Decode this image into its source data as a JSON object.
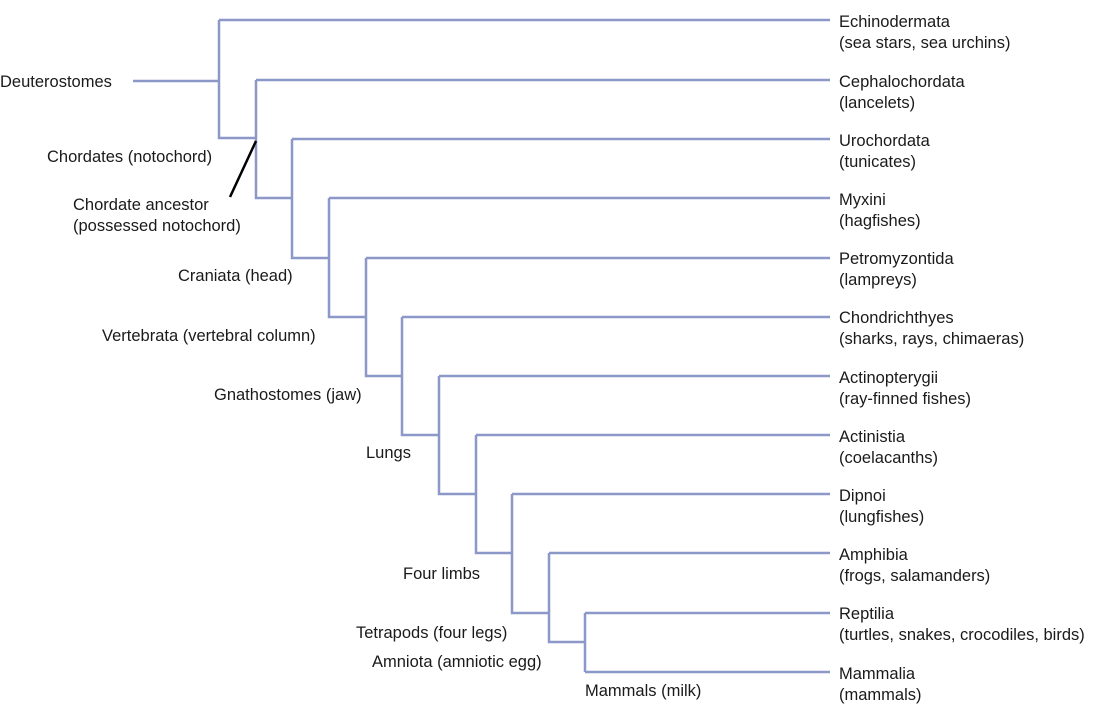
{
  "colors": {
    "branch": "#8b98c8",
    "pointer": "#000000",
    "text": "#1a1a1a"
  },
  "taxa": [
    {
      "name": "Echinodermata",
      "common": "(sea stars, sea urchins)"
    },
    {
      "name": "Cephalochordata",
      "common": "(lancelets)"
    },
    {
      "name": "Urochordata",
      "common": "(tunicates)"
    },
    {
      "name": "Myxini",
      "common": "(hagfishes)"
    },
    {
      "name": "Petromyzontida",
      "common": "(lampreys)"
    },
    {
      "name": "Chondrichthyes",
      "common": "(sharks, rays, chimaeras)"
    },
    {
      "name": "Actinopterygii",
      "common": "(ray-finned fishes)"
    },
    {
      "name": "Actinistia",
      "common": "(coelacanths)"
    },
    {
      "name": "Dipnoi",
      "common": "(lungfishes)"
    },
    {
      "name": "Amphibia",
      "common": "(frogs, salamanders)"
    },
    {
      "name": "Reptilia",
      "common": "(turtles, snakes, crocodiles, birds)"
    },
    {
      "name": "Mammalia",
      "common": "(mammals)"
    }
  ],
  "nodes": {
    "deuterostomes": "Deuterostomes",
    "chordates": "Chordates (notochord)",
    "chordate_ancestor_1": "Chordate ancestor",
    "chordate_ancestor_2": "(possessed notochord)",
    "craniata": "Craniata (head)",
    "vertebrata": "Vertebrata (vertebral column)",
    "gnathostomes": "Gnathostomes (jaw)",
    "lungs": "Lungs",
    "four_limbs": "Four limbs",
    "tetrapods": "Tetrapods (four legs)",
    "amniota": "Amniota (amniotic egg)",
    "mammals": "Mammals (milk)"
  }
}
